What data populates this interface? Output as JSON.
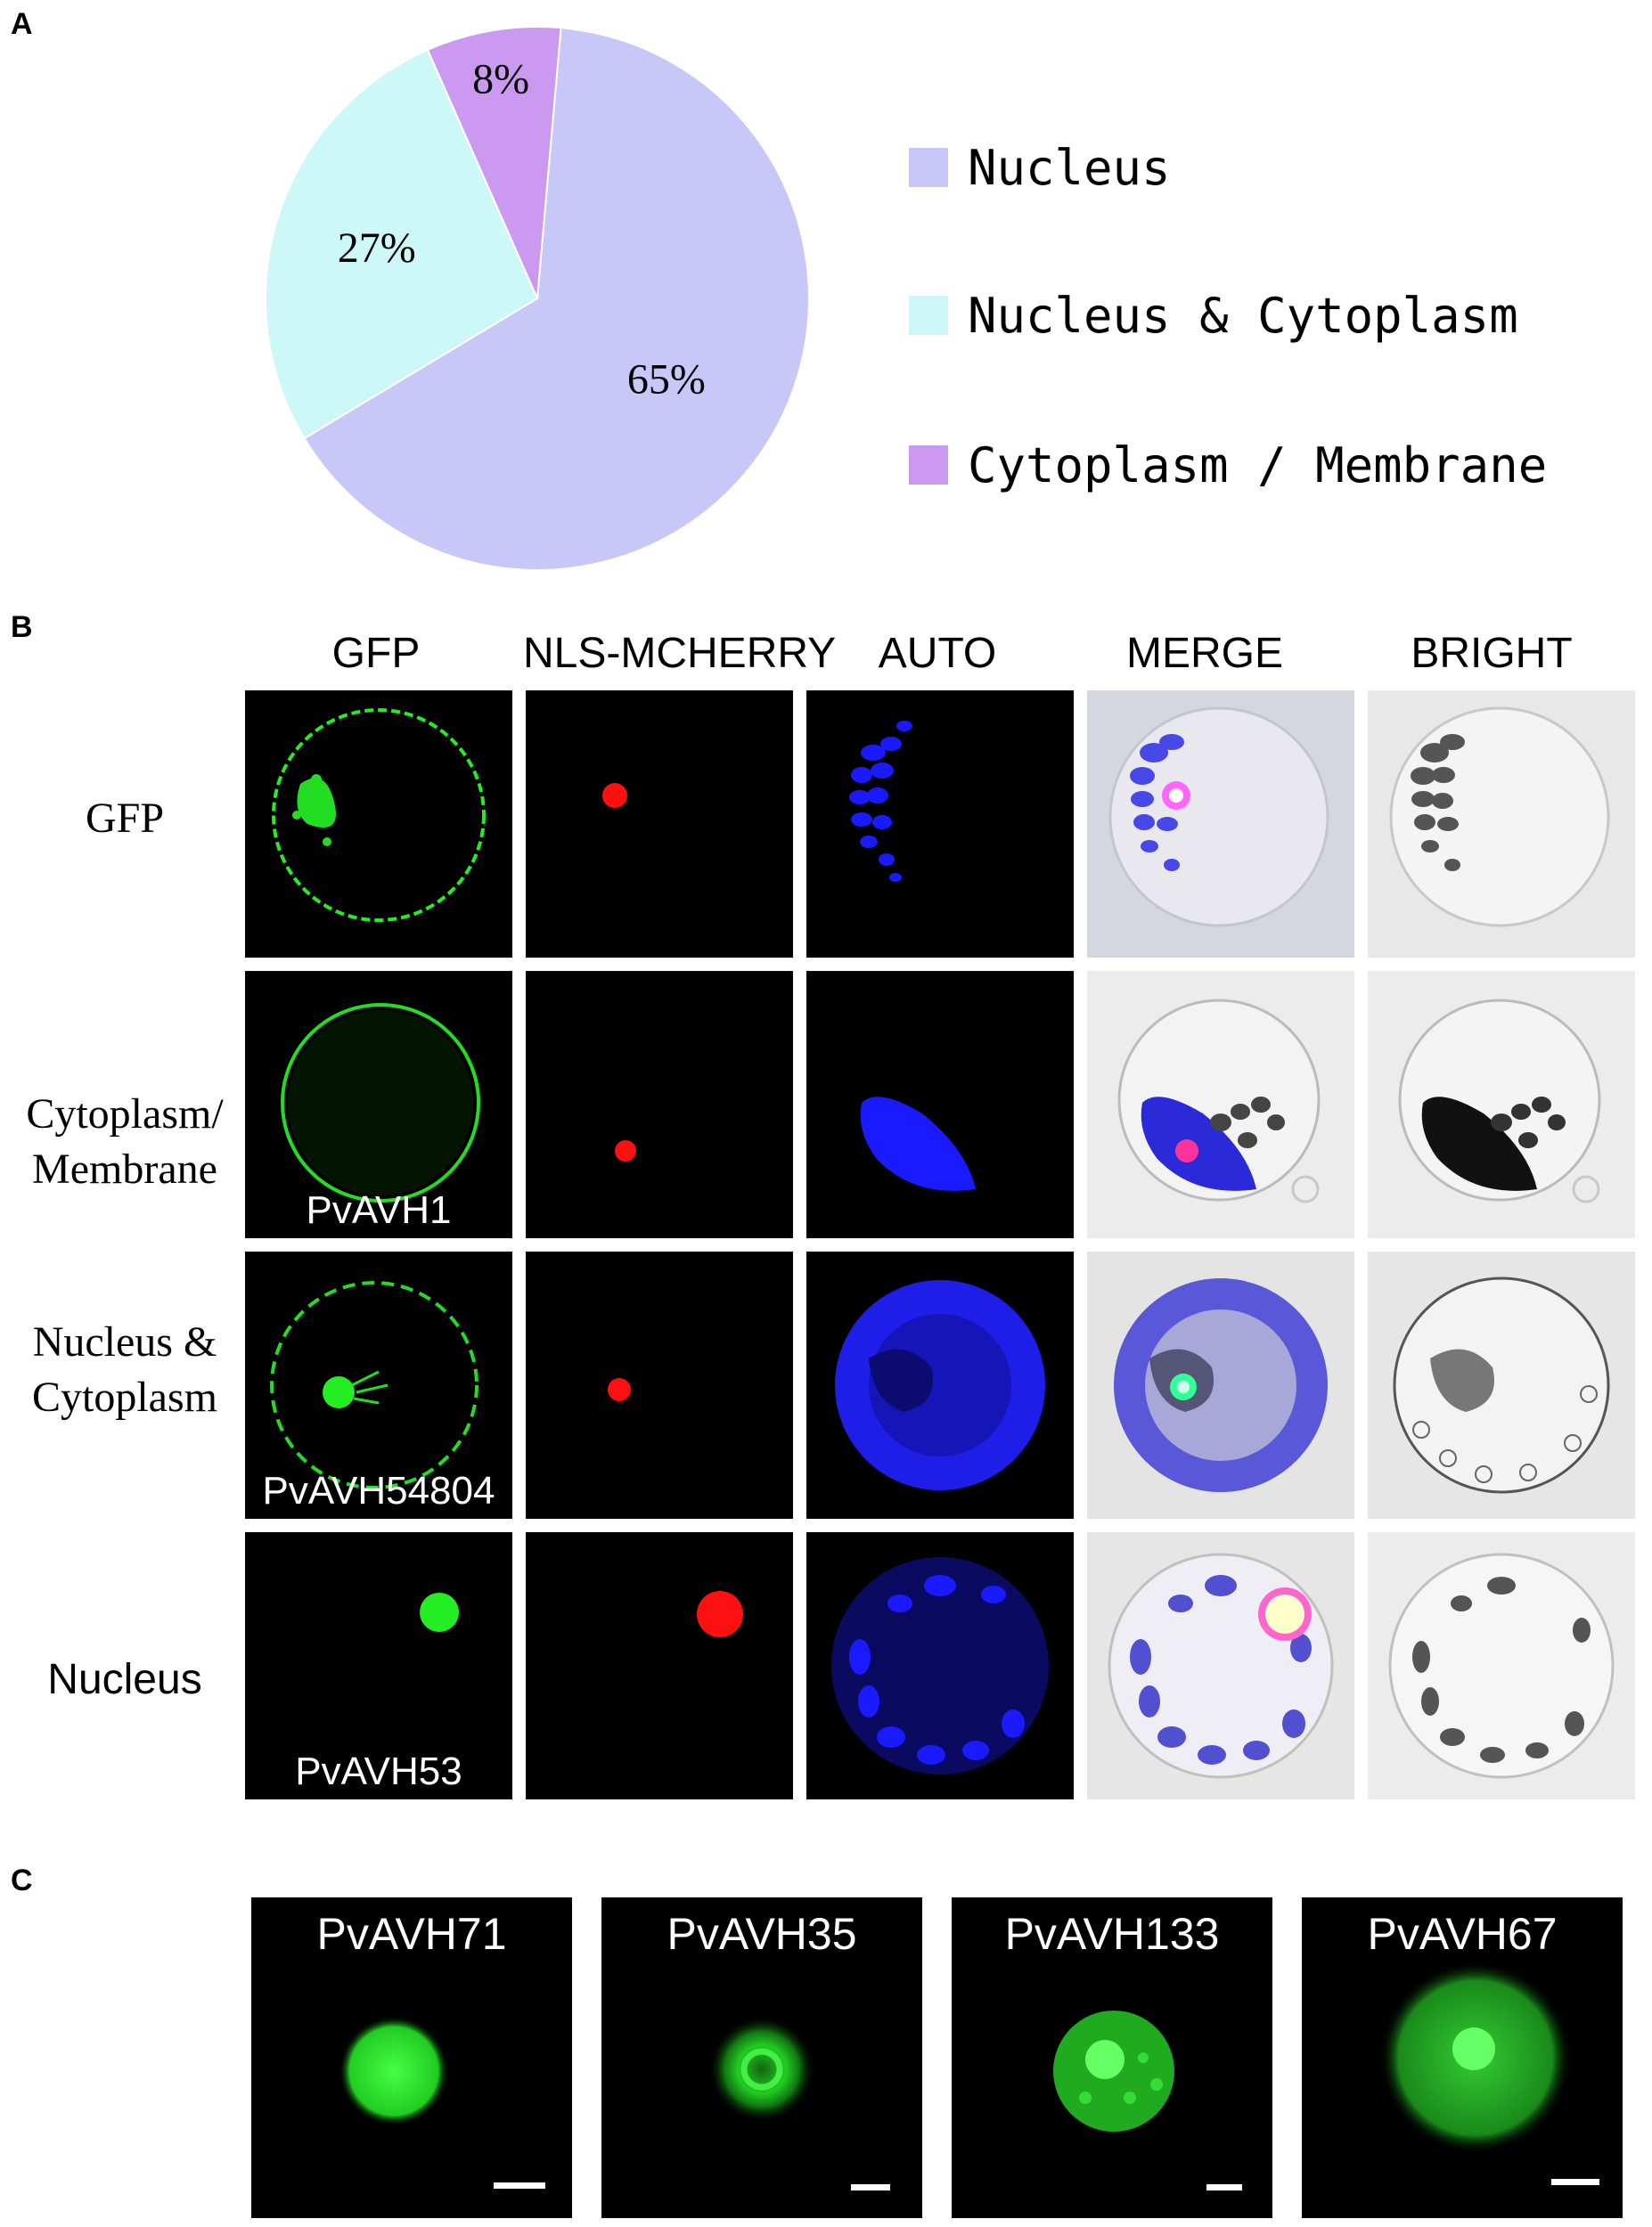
{
  "panel_labels": {
    "a": "A",
    "b": "B",
    "c": "C"
  },
  "chart_data": {
    "type": "pie",
    "slices": [
      {
        "label": "Nucleus",
        "value": 65,
        "display": "65%",
        "color": "#c8c8f8"
      },
      {
        "label": "Nucleus & Cytoplasm",
        "value": 27,
        "display": "27%",
        "color": "#ccf8f8"
      },
      {
        "label": "Cytoplasm / Membrane",
        "value": 8,
        "display": "8%",
        "color": "#cc99f0"
      }
    ],
    "legend_position": "right"
  },
  "panel_b": {
    "columns": [
      "GFP",
      "NLS-MCHERRY",
      "AUTO",
      "MERGE",
      "BRIGHT"
    ],
    "rows": [
      {
        "label_line1": "GFP",
        "label_line2": "",
        "cell_label": ""
      },
      {
        "label_line1": "Cytoplasm/",
        "label_line2": "Membrane",
        "cell_label": "PvAVH1"
      },
      {
        "label_line1": "Nucleus &",
        "label_line2": "Cytoplasm",
        "cell_label": "PvAVH54804"
      },
      {
        "label_line1": "Nucleus",
        "label_line2": "",
        "cell_label": "PvAVH53"
      }
    ]
  },
  "panel_c": {
    "panels": [
      {
        "title": "PvAVH71"
      },
      {
        "title": "PvAVH35"
      },
      {
        "title": "PvAVH133"
      },
      {
        "title": "PvAVH67"
      }
    ]
  },
  "colors": {
    "gfp_green": "#22ee22",
    "mcherry_red": "#ff1010",
    "auto_blue": "#1a1aff",
    "bright_bg": "#e8e8e8"
  }
}
